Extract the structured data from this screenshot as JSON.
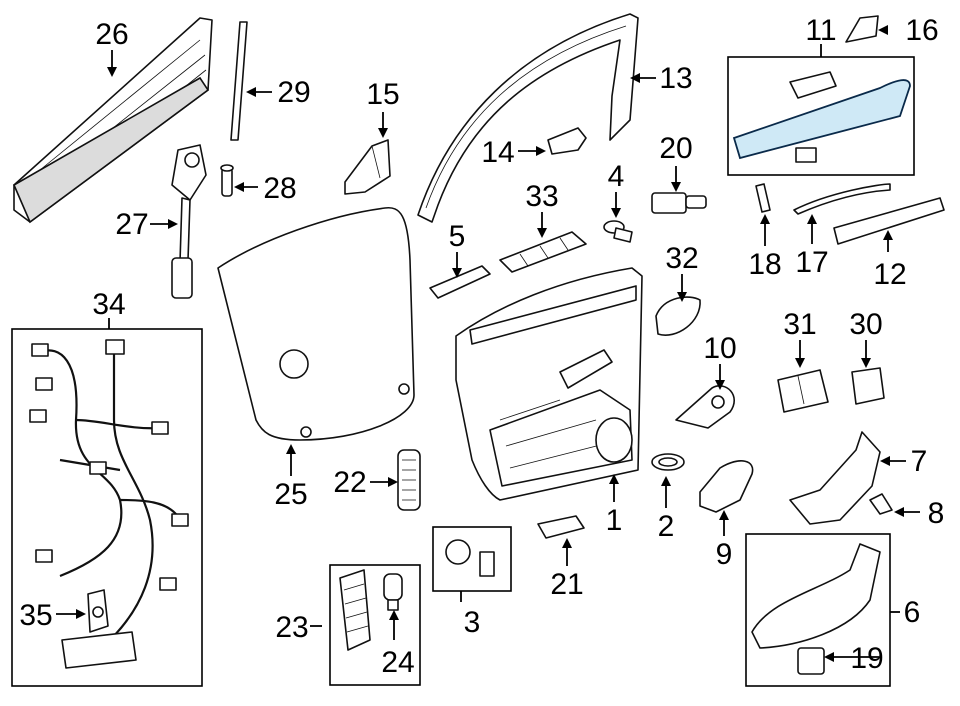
{
  "callouts": [
    "1",
    "2",
    "3",
    "4",
    "5",
    "6",
    "7",
    "8",
    "9",
    "10",
    "11",
    "12",
    "13",
    "14",
    "15",
    "16",
    "17",
    "18",
    "19",
    "20",
    "21",
    "22",
    "23",
    "24",
    "25",
    "26",
    "27",
    "28",
    "29",
    "30",
    "31",
    "32",
    "33",
    "34",
    "35"
  ],
  "colors": {
    "highlight": "#cfe9f6",
    "line": "#000000"
  },
  "highlighted_part": "11"
}
